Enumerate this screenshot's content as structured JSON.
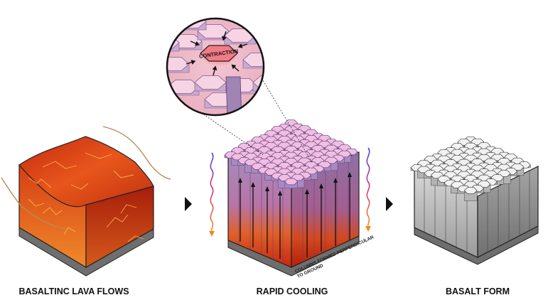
{
  "stages": [
    {
      "id": "lava",
      "label": "BASALTINC LAVA FLOWS"
    },
    {
      "id": "cooling",
      "label": "RAPID COOLING"
    },
    {
      "id": "basalt",
      "label": "BASALT FORM"
    }
  ],
  "zoom_label": "CONTRACTION",
  "annotation": [
    "COLUMNS FORMED PERPENDICULAR",
    "TO GROUND"
  ],
  "colors": {
    "lava_dark": "#b8220c",
    "lava_mid": "#e2521a",
    "lava_bright": "#f7a23a",
    "column_top": "#f3bfe6",
    "column_side": "#9c7fb0",
    "basalt_top": "#efefef",
    "basalt_side": "#8a8a8a",
    "ground": "#6e6e6e",
    "arrow": "#111111"
  }
}
